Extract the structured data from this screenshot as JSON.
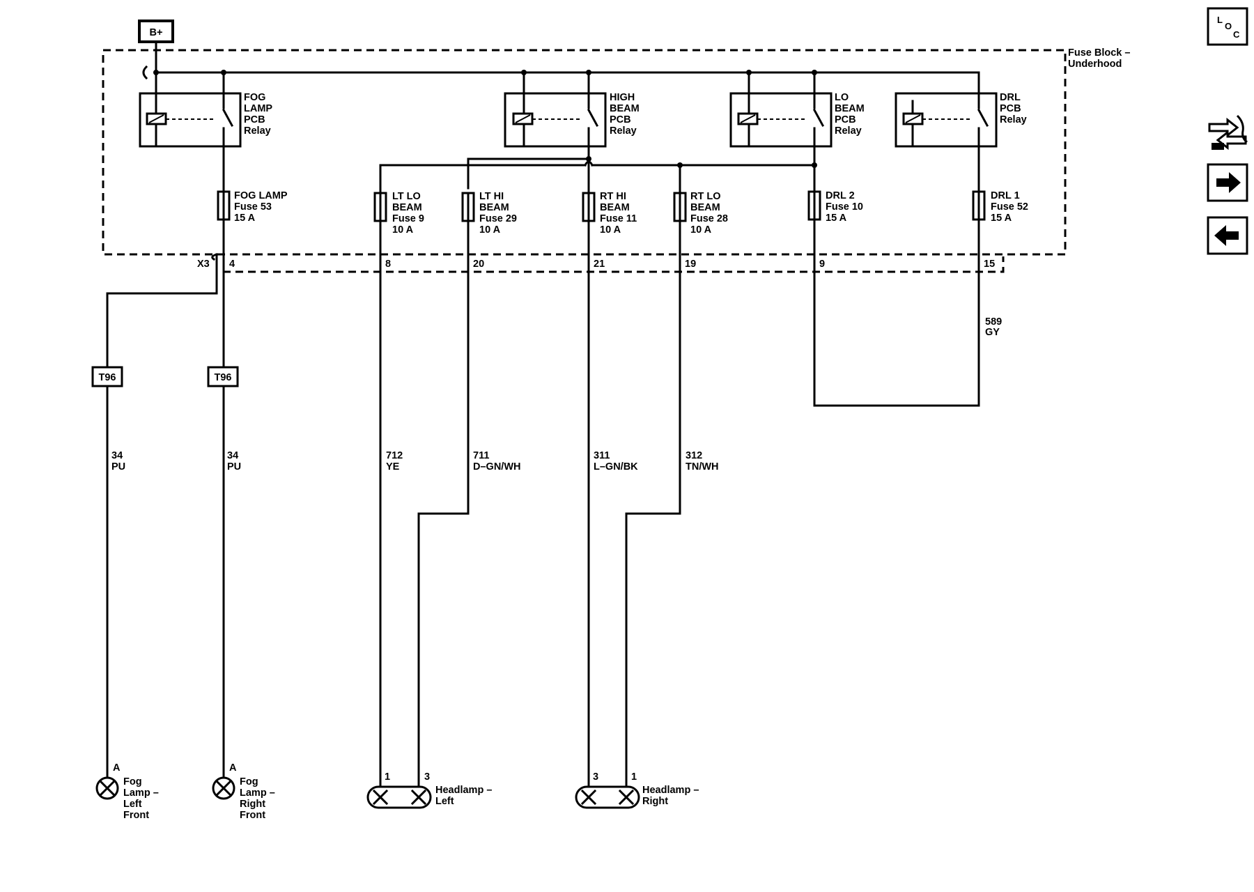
{
  "power": {
    "label": "B+"
  },
  "fuse_block": {
    "label_line1": "Fuse Block –",
    "label_line2": "Underhood"
  },
  "relays": [
    {
      "lines": [
        "FOG",
        "LAMP",
        "PCB",
        "Relay"
      ]
    },
    {
      "lines": [
        "HIGH",
        "BEAM",
        "PCB",
        "Relay"
      ]
    },
    {
      "lines": [
        "LO",
        "BEAM",
        "PCB",
        "Relay"
      ]
    },
    {
      "lines": [
        "DRL",
        "PCB",
        "Relay"
      ]
    }
  ],
  "fuses": [
    {
      "lines": [
        "FOG LAMP",
        "Fuse 53",
        "15 A"
      ],
      "pin": "4"
    },
    {
      "lines": [
        "LT LO",
        "BEAM",
        "Fuse 9",
        "10 A"
      ],
      "pin": "8"
    },
    {
      "lines": [
        "LT HI",
        "BEAM",
        "Fuse 29",
        "10 A"
      ],
      "pin": "20"
    },
    {
      "lines": [
        "RT HI",
        "BEAM",
        "Fuse 11",
        "10 A"
      ],
      "pin": "21"
    },
    {
      "lines": [
        "RT LO",
        "BEAM",
        "Fuse 28",
        "10 A"
      ],
      "pin": "19"
    },
    {
      "lines": [
        "DRL 2",
        "Fuse 10",
        "15 A"
      ],
      "pin": "9"
    },
    {
      "lines": [
        "DRL 1",
        "Fuse 52",
        "15 A"
      ],
      "pin": "15"
    }
  ],
  "connector": {
    "label": "X3"
  },
  "splices": [
    {
      "label": "T96"
    },
    {
      "label": "T96"
    }
  ],
  "wire_drl": {
    "circuit": "589",
    "color": "GY"
  },
  "wires": [
    {
      "circuit": "34",
      "color": "PU"
    },
    {
      "circuit": "34",
      "color": "PU"
    },
    {
      "circuit": "712",
      "color": "YE"
    },
    {
      "circuit": "711",
      "color": "D–GN/WH"
    },
    {
      "circuit": "311",
      "color": "L–GN/BK"
    },
    {
      "circuit": "312",
      "color": "TN/WH"
    }
  ],
  "fog_lamps": [
    {
      "pin": "A",
      "lines": [
        "Fog",
        "Lamp –",
        "Left",
        "Front"
      ]
    },
    {
      "pin": "A",
      "lines": [
        "Fog",
        "Lamp –",
        "Right",
        "Front"
      ]
    }
  ],
  "headlamps": [
    {
      "pin_a": "1",
      "pin_b": "3",
      "lines": [
        "Headlamp –",
        "Left"
      ]
    },
    {
      "pin_a": "3",
      "pin_b": "1",
      "lines": [
        "Headlamp –",
        "Right"
      ]
    }
  ],
  "nav": {
    "loc_l": "L",
    "loc_o": "O",
    "loc_c": "C",
    "icons": [
      "connector-swap-icon",
      "arrow-right-icon",
      "arrow-left-icon"
    ]
  }
}
